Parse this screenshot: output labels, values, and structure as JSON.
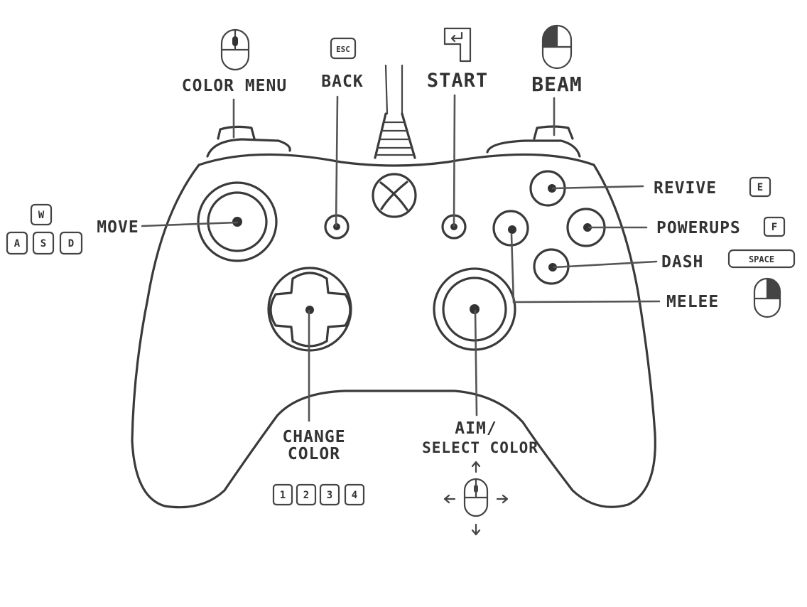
{
  "labels": {
    "color_menu": "COLOR MENU",
    "back": "BACK",
    "start": "START",
    "beam": "BEAM",
    "move": "MOVE",
    "revive": "REVIVE",
    "powerups": "POWERUPS",
    "dash": "DASH",
    "melee": "MELEE",
    "change_color_1": "CHANGE",
    "change_color_2": "COLOR",
    "aim_1": "AIM/",
    "aim_2": "SELECT COLOR"
  },
  "keys": {
    "esc": "ESC",
    "w": "W",
    "a": "A",
    "s": "S",
    "d": "D",
    "e": "E",
    "f": "F",
    "space": "SPACE",
    "k1": "1",
    "k2": "2",
    "k3": "3",
    "k4": "4"
  },
  "icons": {
    "color_menu": "mouse-middle-button-icon",
    "start": "enter-key-icon",
    "beam": "mouse-left-button-icon",
    "melee": "mouse-right-button-icon",
    "aim": "mouse-move-icon"
  }
}
